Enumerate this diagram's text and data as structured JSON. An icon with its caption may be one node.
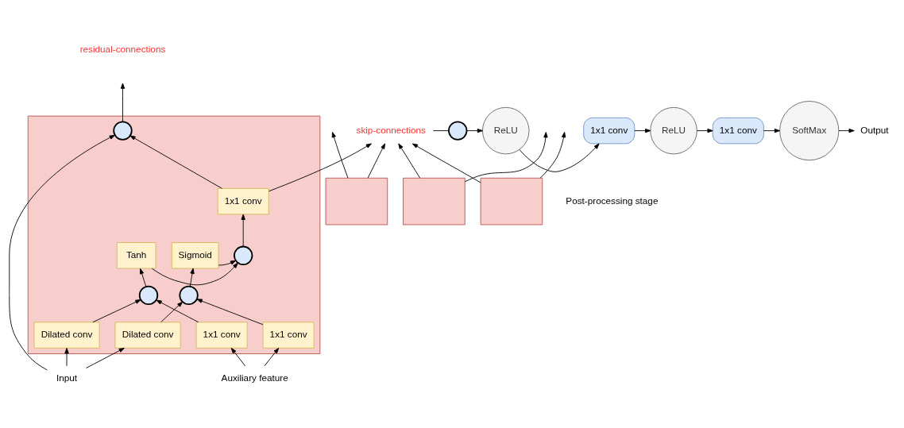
{
  "diagram": {
    "nodes": [
      {
        "text": [],
        "shape": "box"
      },
      {
        "text": [],
        "shape": "box"
      },
      {
        "text": [],
        "shape": "box"
      },
      {
        "text": [],
        "shape": "box"
      },
      {
        "text": [],
        "shape": "circle",
        "in": 0
      },
      {
        "text": [
          "1x1 conv"
        ],
        "in": 0
      },
      {
        "text": [
          "Tanh"
        ],
        "in": 0
      },
      {
        "text": [],
        "shape": "circle",
        "in": 0
      },
      {
        "text": [
          "Sigmoid"
        ],
        "in": 0
      },
      {
        "text": [],
        "shape": "circle",
        "in": 0
      },
      {
        "text": [],
        "shape": "circle",
        "in": 0
      },
      {
        "text": [
          "Dilated conv"
        ],
        "in": 0
      },
      {
        "text": [
          "1x1 conv"
        ],
        "in": 0
      },
      {
        "text": [
          "Dilated conv"
        ],
        "in": 0
      },
      {
        "text": [
          "1x1 conv"
        ],
        "in": 0
      },
      {
        "text": [
          "Input"
        ]
      },
      {
        "text": [
          "Auxiliary feature"
        ]
      },
      {
        "text": [
          "skip-connections"
        ]
      },
      {
        "text": [],
        "shape": "circle"
      },
      {
        "text": [
          "ReLU"
        ]
      },
      {
        "text": [
          "1x1 conv"
        ]
      },
      {
        "text": [
          "ReLU"
        ]
      },
      {
        "text": [
          "1x1 conv"
        ]
      },
      {
        "text": [
          "SoftMax"
        ]
      },
      {
        "text": [
          "Output"
        ]
      }
    ],
    "edges": [
      {
        "from": 15,
        "to": 11,
        "arrow": "to"
      },
      {
        "from": 15,
        "to": 13,
        "arrow": "to"
      },
      {
        "from": 15,
        "to": 4,
        "arrow": "to"
      },
      {
        "from": 16,
        "to": 12,
        "arrow": "to"
      },
      {
        "from": 16,
        "to": 14,
        "arrow": "to"
      },
      {
        "from": 11,
        "to": 9,
        "arrow": "to"
      },
      {
        "from": 12,
        "to": 9,
        "arrow": "to"
      },
      {
        "from": 13,
        "to": 10,
        "arrow": "to"
      },
      {
        "from": 14,
        "to": 10,
        "arrow": "to"
      },
      {
        "from": 9,
        "to": 6,
        "arrow": "to"
      },
      {
        "from": 10,
        "to": 8,
        "arrow": "to"
      },
      {
        "from": 6,
        "to": 7,
        "arrow": "to"
      },
      {
        "from": 8,
        "to": 7,
        "arrow": "to"
      },
      {
        "from": 7,
        "to": 5,
        "arrow": "to"
      },
      {
        "from": 5,
        "to": 4,
        "arrow": "to"
      },
      {
        "from": 4,
        "to": null,
        "arrow": "to"
      },
      {
        "from": 1,
        "to": null,
        "arrow": "to"
      },
      {
        "from": 2,
        "to": null,
        "arrow": "to"
      },
      {
        "from": 3,
        "to": null,
        "arrow": "to"
      },
      {
        "from": 5,
        "to": 17,
        "arrow": "to"
      },
      {
        "from": 1,
        "to": 17,
        "arrow": "to"
      },
      {
        "from": 2,
        "to": 17,
        "arrow": "to"
      },
      {
        "from": 3,
        "to": 17,
        "arrow": "to"
      },
      {
        "from": 17,
        "to": 18,
        "arrow": "none"
      },
      {
        "from": 18,
        "to": 19,
        "arrow": "to"
      },
      {
        "from": 19,
        "to": 20,
        "arrow": "to"
      },
      {
        "from": 20,
        "to": 21,
        "arrow": "to"
      },
      {
        "from": 21,
        "to": 22,
        "arrow": "to"
      },
      {
        "from": 22,
        "to": 23,
        "arrow": "to"
      },
      {
        "from": 23,
        "to": 24,
        "arrow": "to"
      }
    ],
    "labels": [
      "residual-connections",
      "Post-processing stage"
    ]
  }
}
